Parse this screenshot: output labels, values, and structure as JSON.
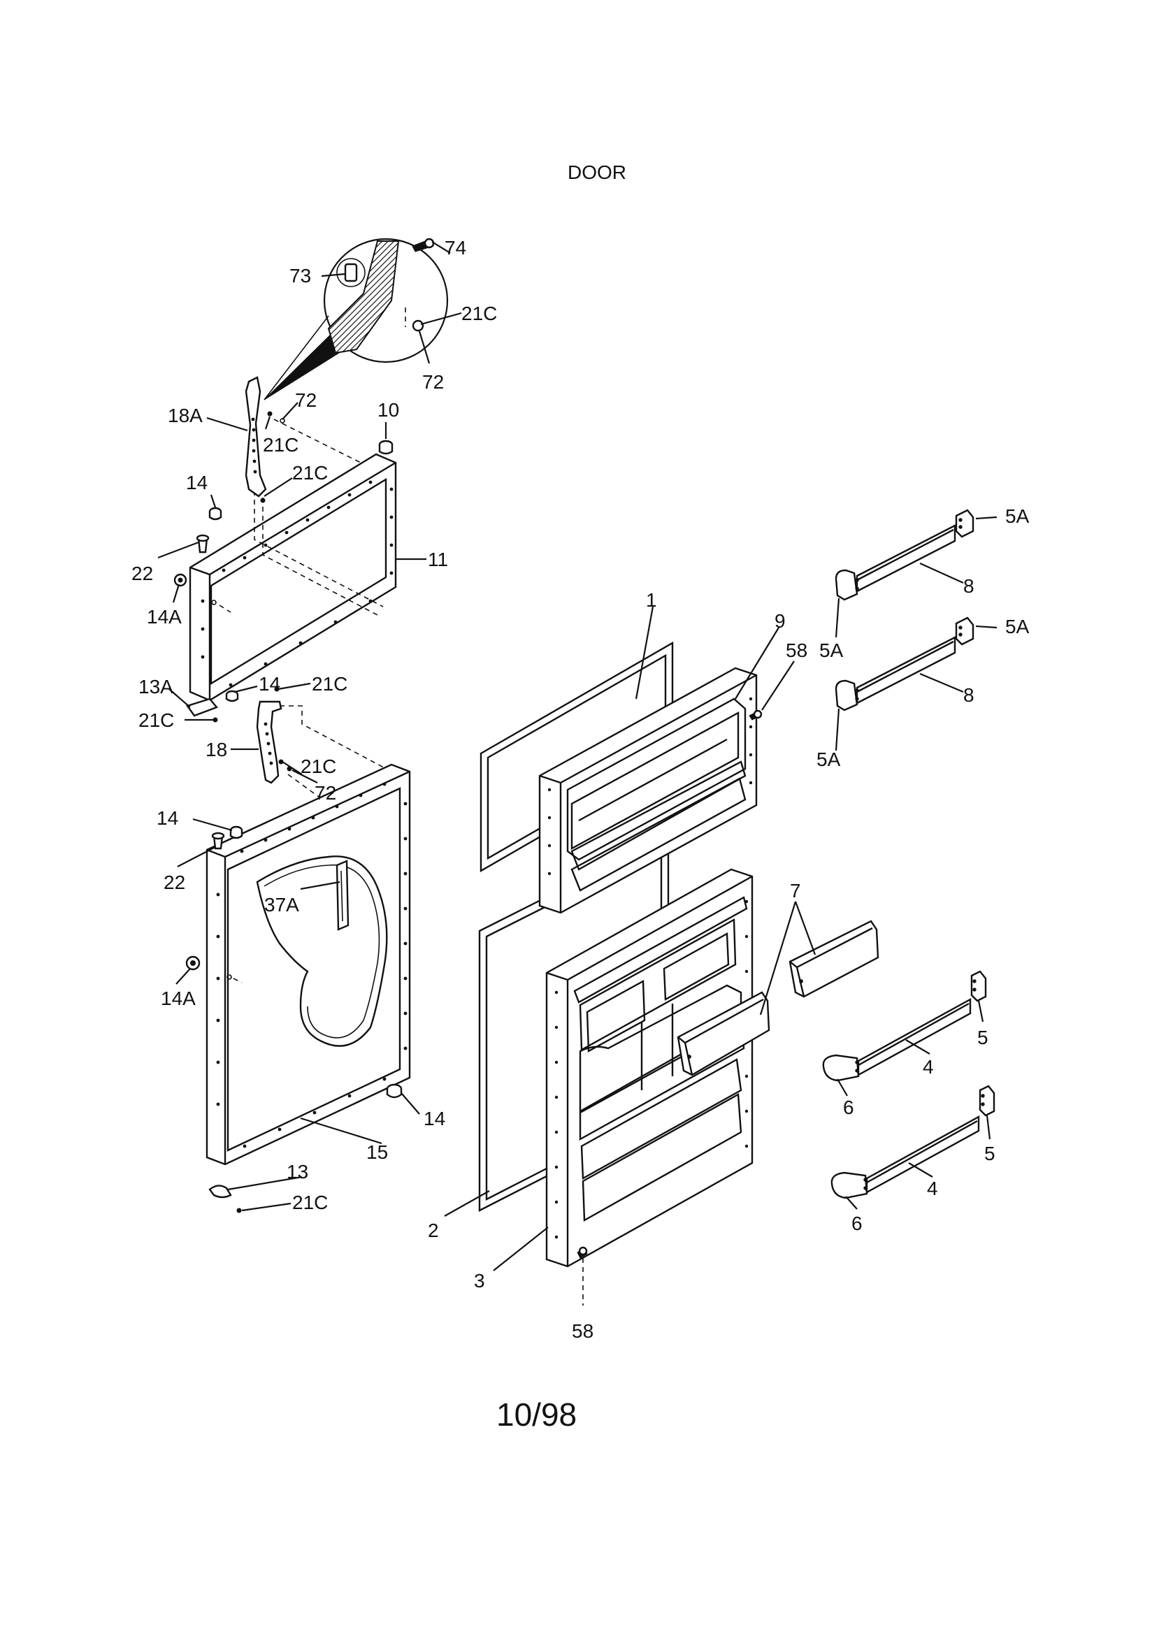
{
  "title": "DOOR",
  "date_code": "10/98",
  "callouts": [
    {
      "id": "c-73",
      "text": "73"
    },
    {
      "id": "c-74",
      "text": "74"
    },
    {
      "id": "c-21c-a",
      "text": "21C"
    },
    {
      "id": "c-72-a",
      "text": "72"
    },
    {
      "id": "c-18a",
      "text": "18A"
    },
    {
      "id": "c-72-b",
      "text": "72"
    },
    {
      "id": "c-21c-b",
      "text": "21C"
    },
    {
      "id": "c-10",
      "text": "10"
    },
    {
      "id": "c-21c-c",
      "text": "21C"
    },
    {
      "id": "c-14-a",
      "text": "14"
    },
    {
      "id": "c-22-a",
      "text": "22"
    },
    {
      "id": "c-14a-a",
      "text": "14A"
    },
    {
      "id": "c-11",
      "text": "11"
    },
    {
      "id": "c-13a",
      "text": "13A"
    },
    {
      "id": "c-14-b",
      "text": "14"
    },
    {
      "id": "c-21c-d",
      "text": "21C"
    },
    {
      "id": "c-21c-e",
      "text": "21C"
    },
    {
      "id": "c-18",
      "text": "18"
    },
    {
      "id": "c-21c-f",
      "text": "21C"
    },
    {
      "id": "c-72-c",
      "text": "72"
    },
    {
      "id": "c-14-c",
      "text": "14"
    },
    {
      "id": "c-22-b",
      "text": "22"
    },
    {
      "id": "c-37a",
      "text": "37A"
    },
    {
      "id": "c-14a-b",
      "text": "14A"
    },
    {
      "id": "c-14-d",
      "text": "14"
    },
    {
      "id": "c-15",
      "text": "15"
    },
    {
      "id": "c-13",
      "text": "13"
    },
    {
      "id": "c-21c-g",
      "text": "21C"
    },
    {
      "id": "c-1",
      "text": "1"
    },
    {
      "id": "c-9",
      "text": "9"
    },
    {
      "id": "c-58-a",
      "text": "58"
    },
    {
      "id": "c-2",
      "text": "2"
    },
    {
      "id": "c-3",
      "text": "3"
    },
    {
      "id": "c-58-b",
      "text": "58"
    },
    {
      "id": "c-7",
      "text": "7"
    },
    {
      "id": "c-5a-a",
      "text": "5A"
    },
    {
      "id": "c-8-a",
      "text": "8"
    },
    {
      "id": "c-5a-b",
      "text": "5A"
    },
    {
      "id": "c-5a-c",
      "text": "5A"
    },
    {
      "id": "c-8-b",
      "text": "8"
    },
    {
      "id": "c-5a-d",
      "text": "5A"
    },
    {
      "id": "c-5-a",
      "text": "5"
    },
    {
      "id": "c-4-a",
      "text": "4"
    },
    {
      "id": "c-6-a",
      "text": "6"
    },
    {
      "id": "c-5-b",
      "text": "5"
    },
    {
      "id": "c-4-b",
      "text": "4"
    },
    {
      "id": "c-6-b",
      "text": "6"
    }
  ]
}
